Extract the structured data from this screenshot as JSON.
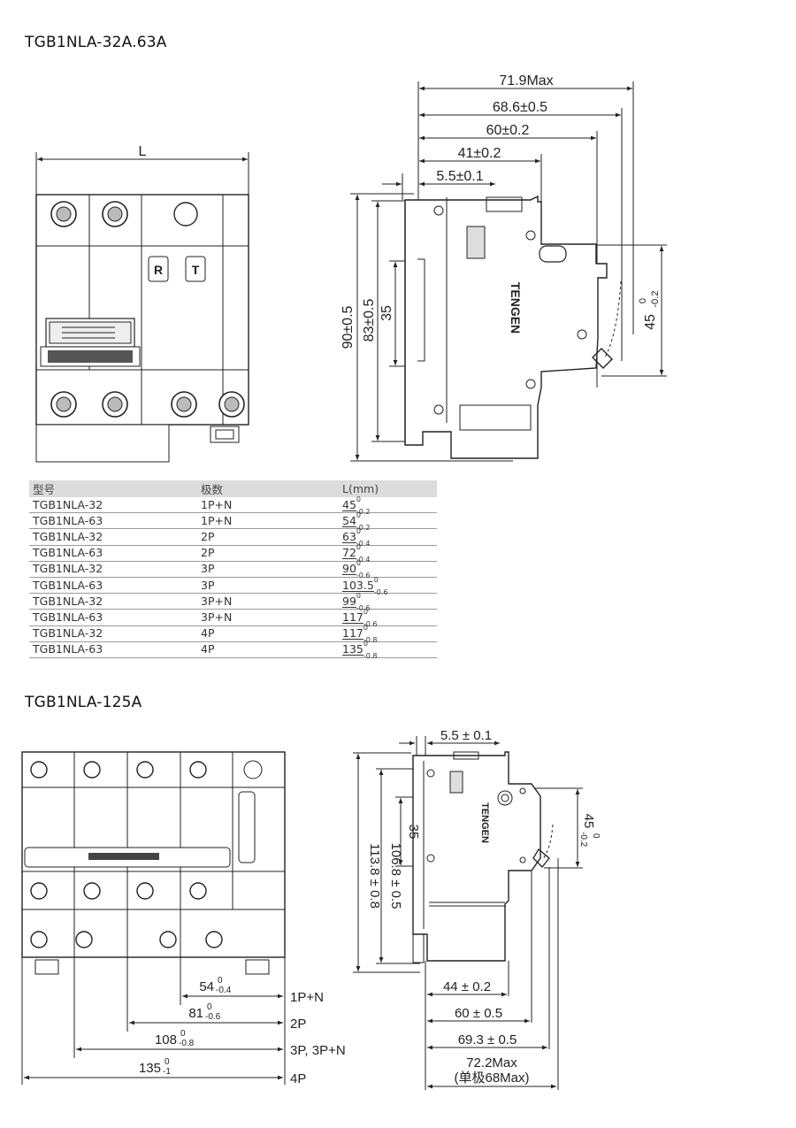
{
  "headings": {
    "top": "TGB1NLA-32A.63A",
    "bottom": "TGB1NLA-125A"
  },
  "fig1_front": {
    "dim_label": "L",
    "marks": [
      "R",
      "T"
    ]
  },
  "fig1_side": {
    "dims_h": [
      "71.9Max",
      "68.6±0.5",
      "60±0.2",
      "41±0.2",
      "5.5±0.1"
    ],
    "dims_v": [
      "90±0.5",
      "83±0.5",
      "35"
    ],
    "dim_45": "45",
    "dim_45_tol_upper": "0",
    "dim_45_tol_lower": "-0.2",
    "brand": "TENGEN"
  },
  "table": {
    "headers": [
      "型号",
      "极数",
      "L(mm)"
    ],
    "rows": [
      {
        "model": "TGB1NLA-32",
        "poles": "1P+N",
        "l": "45",
        "tu": "0",
        "tl": "-0.2"
      },
      {
        "model": "TGB1NLA-63",
        "poles": "1P+N",
        "l": "54",
        "tu": "0",
        "tl": "-0.2"
      },
      {
        "model": "TGB1NLA-32",
        "poles": "2P",
        "l": "63",
        "tu": "0",
        "tl": "-0.4"
      },
      {
        "model": "TGB1NLA-63",
        "poles": "2P",
        "l": "72",
        "tu": "0",
        "tl": "-0.4"
      },
      {
        "model": "TGB1NLA-32",
        "poles": "3P",
        "l": "90",
        "tu": "0",
        "tl": "-0.6"
      },
      {
        "model": "TGB1NLA-63",
        "poles": "3P",
        "l": "103.5",
        "tu": "0",
        "tl": "-0.6"
      },
      {
        "model": "TGB1NLA-32",
        "poles": "3P+N",
        "l": "99",
        "tu": "0",
        "tl": "-0.6"
      },
      {
        "model": "TGB1NLA-63",
        "poles": "3P+N",
        "l": "117",
        "tu": "0",
        "tl": "-0.6"
      },
      {
        "model": "TGB1NLA-32",
        "poles": "4P",
        "l": "117",
        "tu": "0",
        "tl": "-0.8"
      },
      {
        "model": "TGB1NLA-63",
        "poles": "4P",
        "l": "135",
        "tu": "0",
        "tl": "-0.8"
      }
    ]
  },
  "fig2_front": {
    "dims": [
      {
        "value": "54",
        "tu": "0",
        "tl": "-0.4",
        "label": "1P+N"
      },
      {
        "value": "81",
        "tu": "0",
        "tl": "-0.6",
        "label": "2P"
      },
      {
        "value": "108",
        "tu": "0",
        "tl": "-0.8",
        "label": "3P, 3P+N"
      },
      {
        "value": "135",
        "tu": "0",
        "tl": "-1",
        "label": "4P"
      }
    ]
  },
  "fig2_side": {
    "dim_top": "5.5 ± 0.1",
    "dims_v": [
      "113.8 ± 0.8",
      "106.8 ± 0.5",
      "35"
    ],
    "dim_45": "45",
    "dim_45_tol_upper": "0",
    "dim_45_tol_lower": "-0.2",
    "dims_h": [
      "44 ± 0.2",
      "60 ± 0.5",
      "69.3 ± 0.5",
      "72.2Max"
    ],
    "dim_note": "(单极68Max)",
    "brand": "TENGEN"
  }
}
